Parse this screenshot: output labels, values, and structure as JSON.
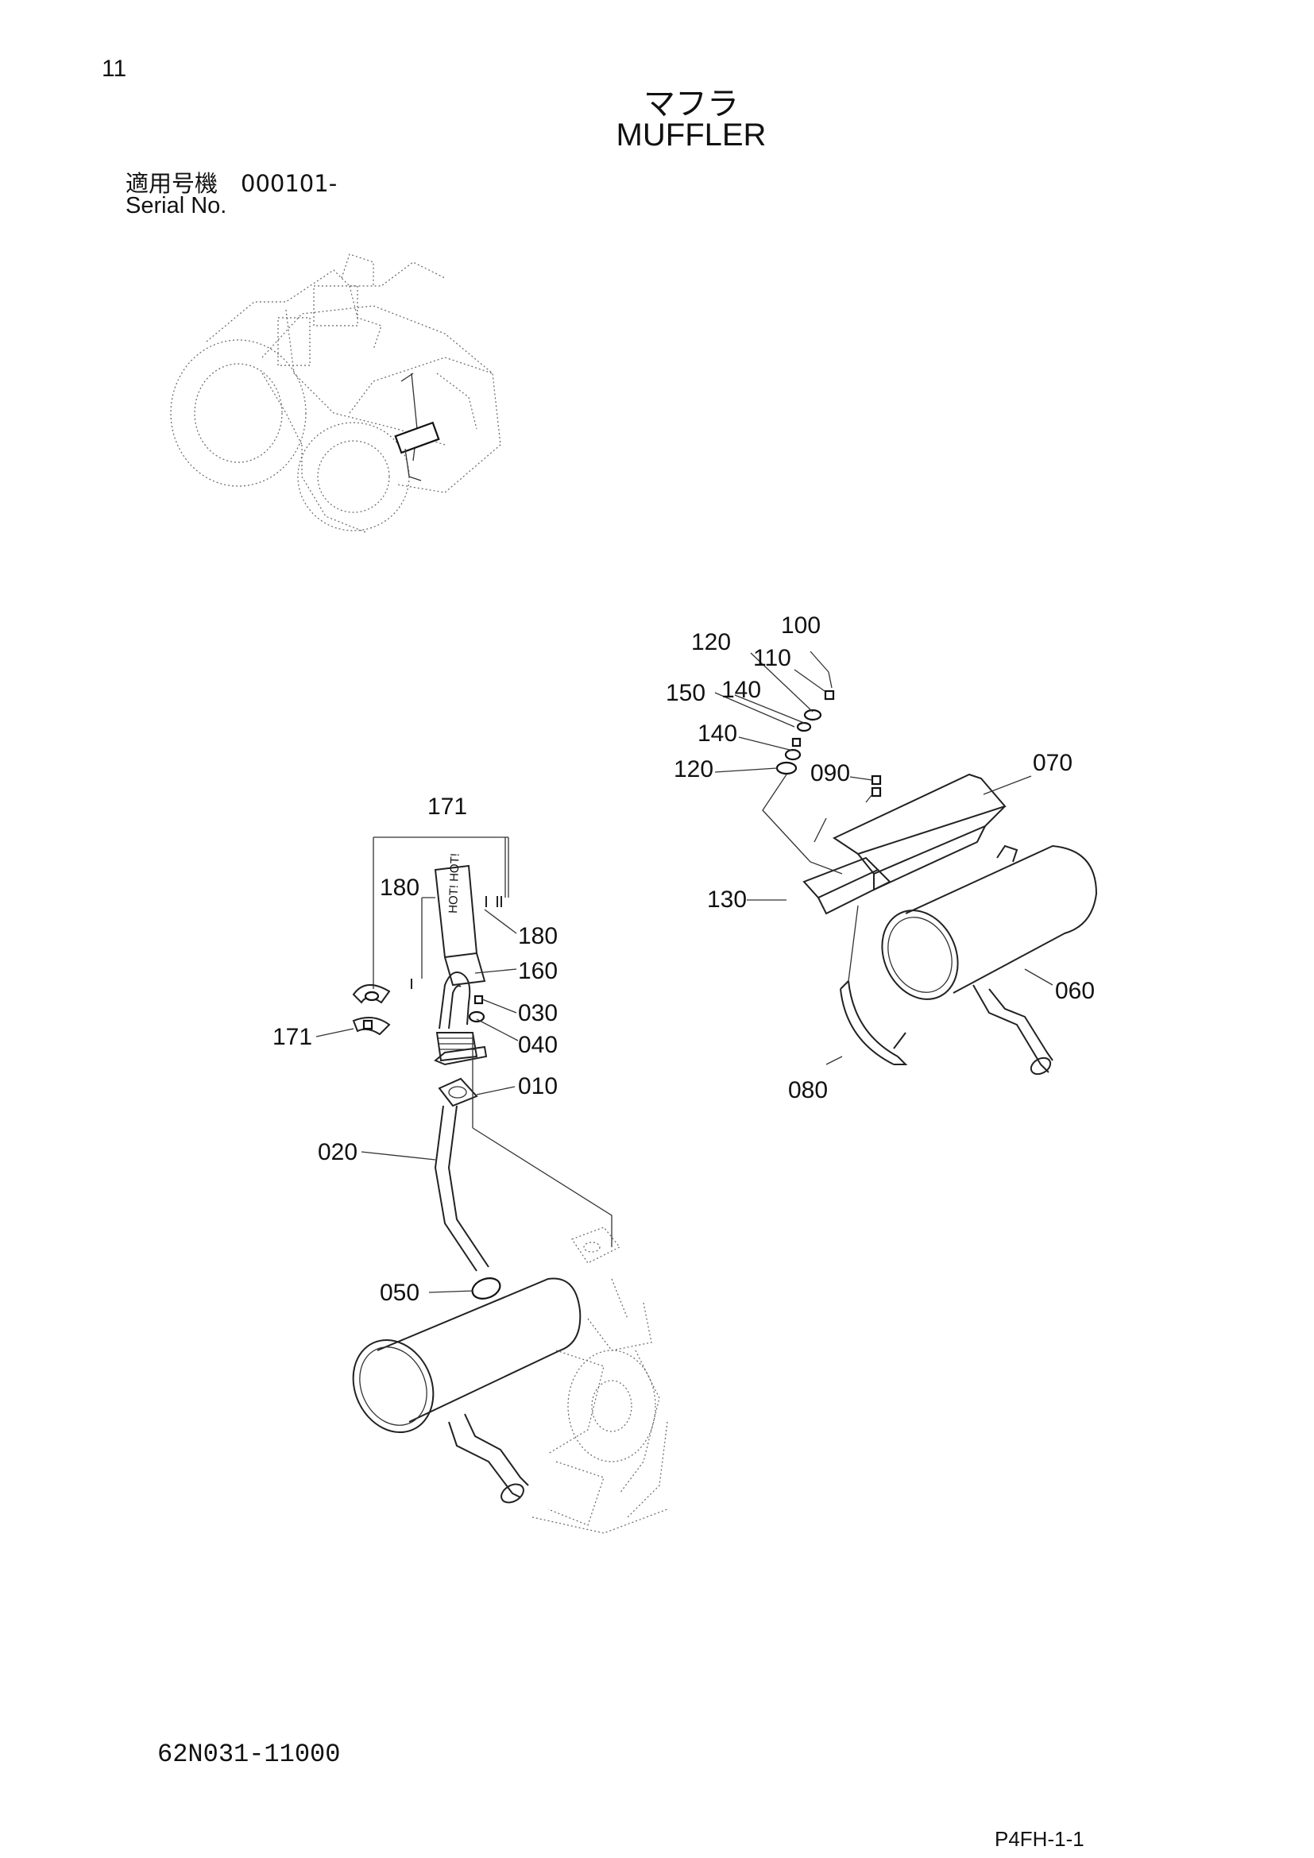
{
  "header": {
    "page_number": "11",
    "title_jp": "マフラ",
    "title_en": "MUFFLER",
    "serial_jp": "適用号機　000101-",
    "serial_en": "Serial No."
  },
  "footer": {
    "drawing_number": "62N031-11000",
    "page_code": "P4FH-1-1"
  },
  "decal_text": "HOT! HOT!",
  "part_labels": [
    "100",
    "120",
    "110",
    "150",
    "140",
    "140",
    "120",
    "090",
    "070",
    "130",
    "060",
    "080",
    "171",
    "180",
    "180",
    "160",
    "030",
    "040",
    "171",
    "010",
    "020",
    "050"
  ]
}
